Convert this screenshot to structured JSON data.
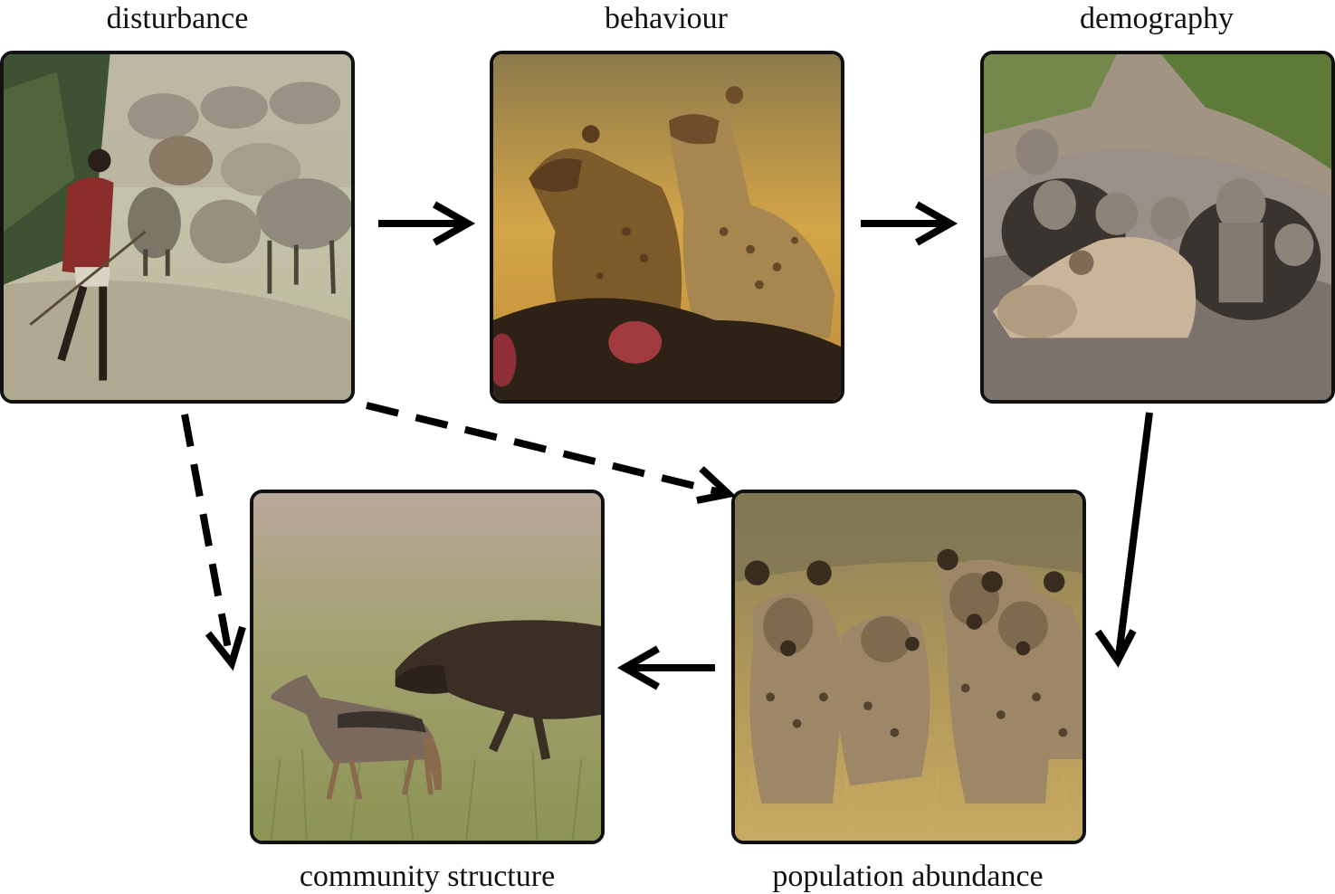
{
  "nodes": {
    "disturbance": {
      "label": "disturbance"
    },
    "behaviour": {
      "label": "behaviour"
    },
    "demography": {
      "label": "demography"
    },
    "community_structure": {
      "label": "community structure"
    },
    "population_abundance": {
      "label": "population abundance"
    }
  },
  "edges": [
    {
      "from": "disturbance",
      "to": "behaviour",
      "style": "solid"
    },
    {
      "from": "behaviour",
      "to": "demography",
      "style": "solid"
    },
    {
      "from": "demography",
      "to": "population_abundance",
      "style": "solid"
    },
    {
      "from": "population_abundance",
      "to": "community_structure",
      "style": "solid"
    },
    {
      "from": "disturbance",
      "to": "population_abundance",
      "style": "dashed"
    },
    {
      "from": "disturbance",
      "to": "community_structure",
      "style": "dashed"
    }
  ],
  "colors": {
    "border": "#111111",
    "arrow": "#000000"
  }
}
